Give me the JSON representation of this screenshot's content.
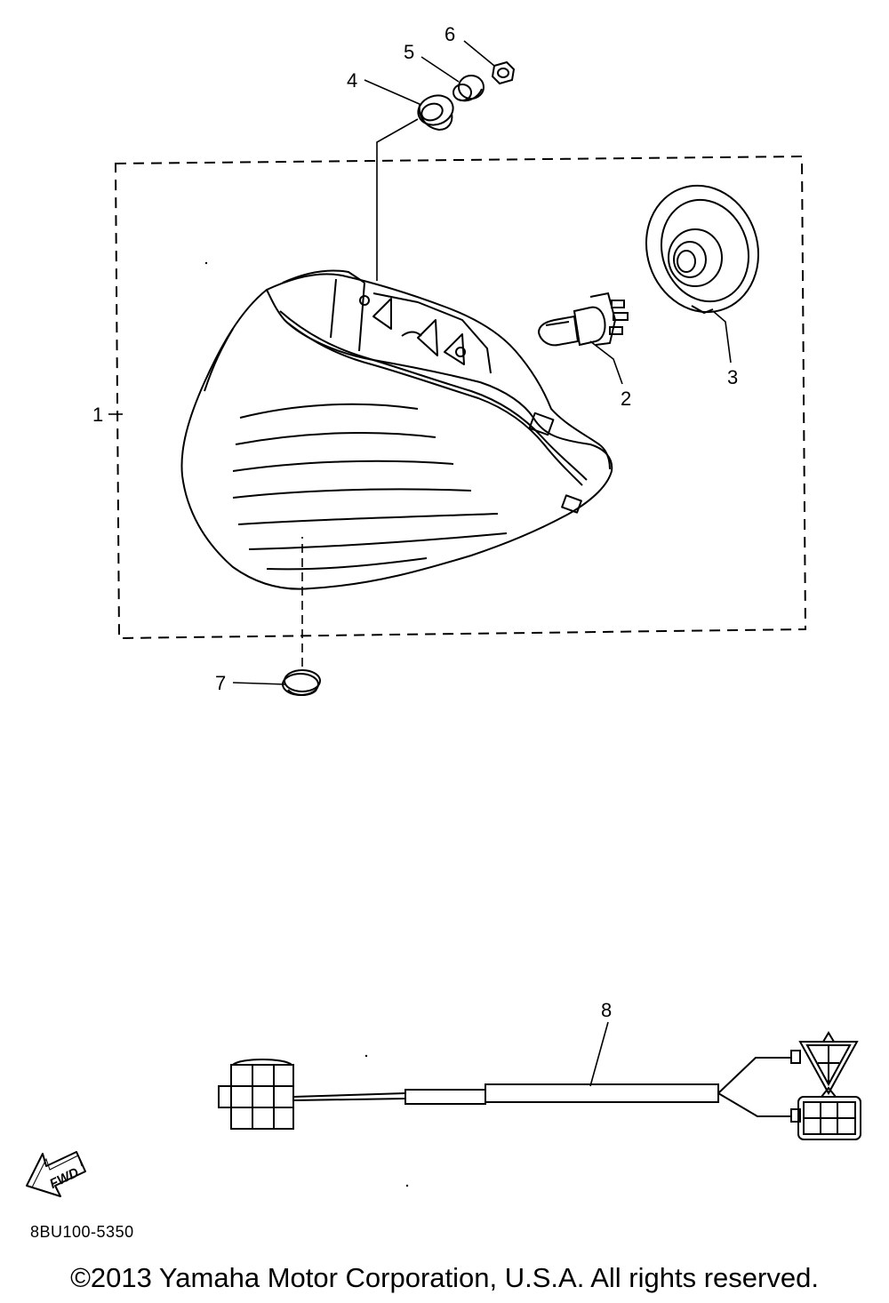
{
  "parts": [
    {
      "number": "1",
      "kind": "headlight-assembly"
    },
    {
      "number": "2",
      "kind": "bulb"
    },
    {
      "number": "3",
      "kind": "socket-cover"
    },
    {
      "number": "4",
      "kind": "grommet"
    },
    {
      "number": "5",
      "kind": "collar"
    },
    {
      "number": "6",
      "kind": "nut"
    },
    {
      "number": "7",
      "kind": "cap"
    },
    {
      "number": "8",
      "kind": "lead-wire"
    }
  ],
  "direction_label": "FWD",
  "diagram_code": "8BU100-5350",
  "copyright": "©2013 Yamaha Motor Corporation, U.S.A. All rights reserved."
}
